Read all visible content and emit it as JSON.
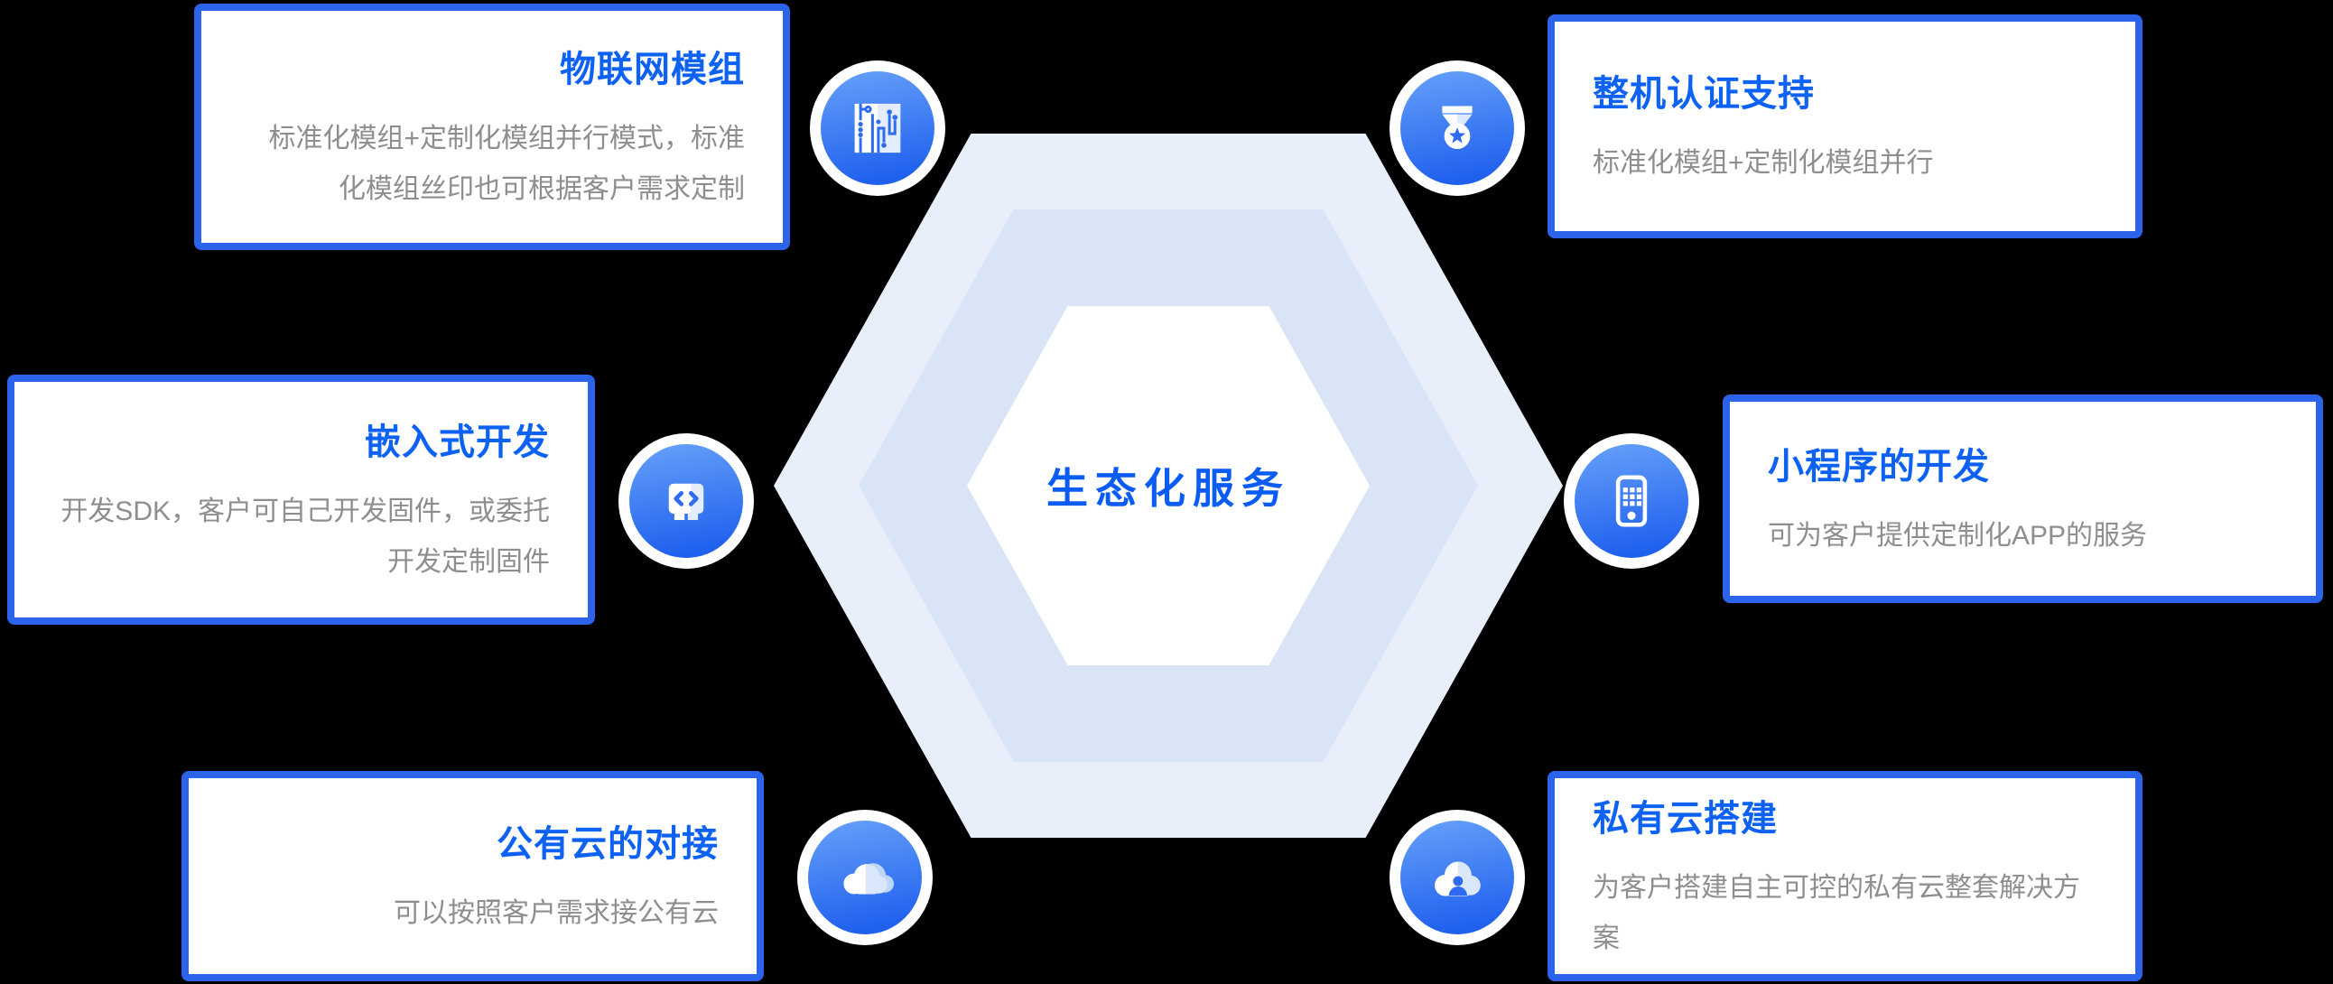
{
  "background_color": "#000000",
  "colors": {
    "bg": "#000000",
    "card-border": "#2B63EB",
    "card-title": "#0E62F3",
    "card-body": "#8E8E8E",
    "center-title": "#0B5CF3",
    "hex-outer": "#E9EFFA",
    "hex-middle": "#D9E4F7",
    "hex-inner": "#FFFFFF",
    "icon-top": "#66A1F9",
    "icon-bottom": "#1F60EE"
  },
  "center_hexagon": {
    "title": "生态化服务"
  },
  "cards": [
    {
      "title": "物联网模组",
      "body_lines": [
        "标准化模组+定制化模组并行模式，标准",
        "化模组丝印也可根据客户需求定制"
      ],
      "align": "right",
      "icon": "circuit-board-icon"
    },
    {
      "title": "嵌入式开发",
      "body_lines": [
        "开发SDK，客户可自己开发固件，或委托",
        "开发定制固件"
      ],
      "align": "right",
      "icon": "code-brackets-icon"
    },
    {
      "title": "公有云的对接",
      "body_lines": [
        "可以按照客户需求接公有云"
      ],
      "align": "right",
      "icon": "public-cloud-icon"
    },
    {
      "title": "整机认证支持",
      "body_lines": [
        "标准化模组+定制化模组并行"
      ],
      "align": "left",
      "icon": "medal-star-icon"
    },
    {
      "title": "小程序的开发",
      "body_lines": [
        "可为客户提供定制化APP的服务"
      ],
      "align": "left",
      "icon": "smartphone-apps-icon"
    },
    {
      "title": "私有云搭建",
      "body_lines": [
        "为客户搭建自主可控的私有云整套解决方案"
      ],
      "align": "left",
      "icon": "cloud-user-icon"
    }
  ]
}
